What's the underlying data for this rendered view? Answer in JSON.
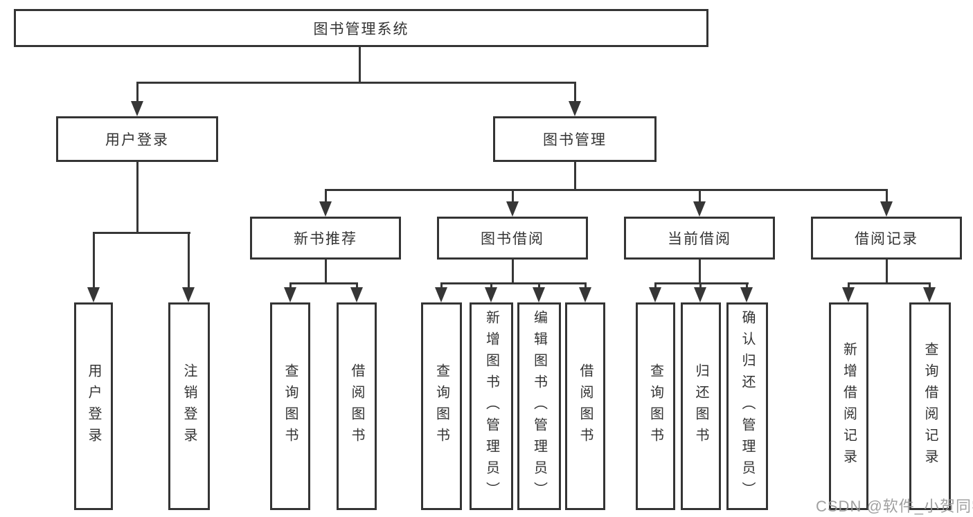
{
  "diagram": {
    "root": "图书管理系统",
    "level2": {
      "user_login": "用户登录",
      "book_management": "图书管理"
    },
    "level3": {
      "new_book": "新书推荐",
      "book_borrow": "图书借阅",
      "current_borrow": "当前借阅",
      "borrow_records": "借阅记录"
    },
    "leaves": {
      "user_login": [
        "用户登录",
        "注销登录"
      ],
      "new_book": [
        "查询图书",
        "借阅图书"
      ],
      "book_borrow": [
        "查询图书",
        "新增图书（管理员）",
        "编辑图书（管理员）",
        "借阅图书"
      ],
      "current_borrow": [
        "查询图书",
        "归还图书",
        "确认归还（管理员）"
      ],
      "borrow_records": [
        "新增借阅记录",
        "查询借阅记录"
      ]
    }
  },
  "watermark": {
    "text": "CSDN @软件_小贺同学"
  },
  "colors": {
    "line": "#363636",
    "text": "#333333",
    "watermark": "#969696",
    "background": "#ffffff"
  }
}
